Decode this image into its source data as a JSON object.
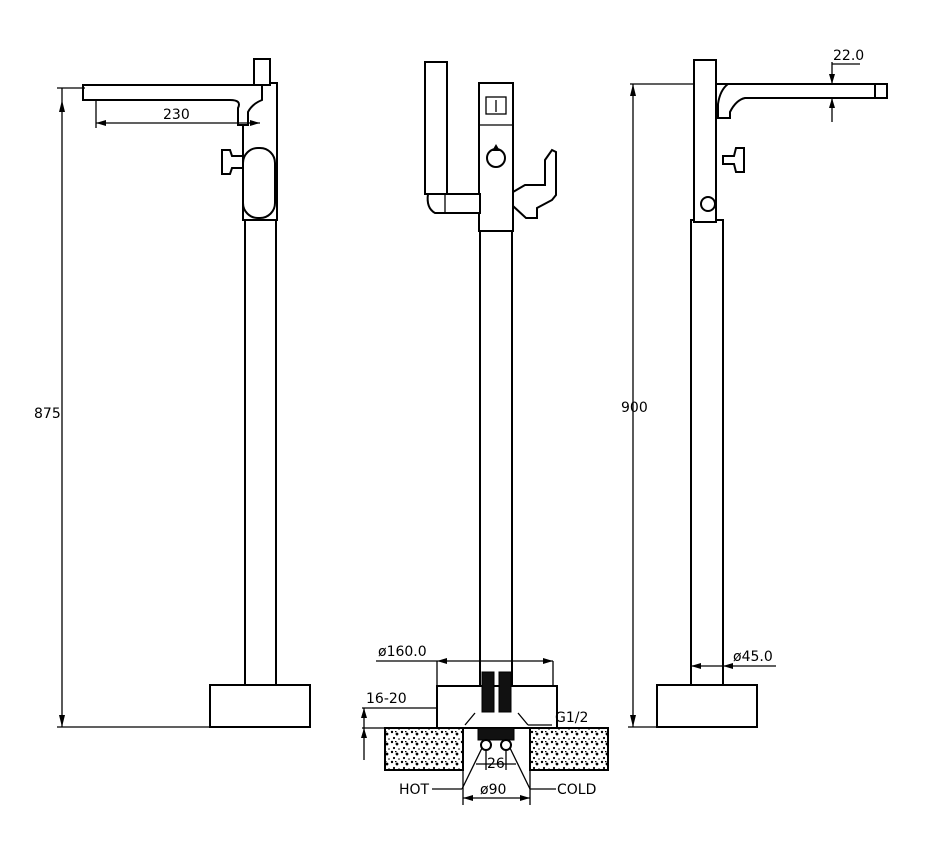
{
  "dimensions": {
    "left_height": "875",
    "left_spout_reach": "230",
    "right_height": "900",
    "spout_thickness": "22.0",
    "base_diameter": "ø160.0",
    "floor_recess": "16-20",
    "thread": "G1/2",
    "pipe_spacing": "26",
    "pipe_diameter": "ø90",
    "column_diameter": "ø45.0"
  },
  "labels": {
    "hot": "HOT",
    "cold": "COLD"
  },
  "icons": {
    "speckle": "speckle-icon"
  }
}
